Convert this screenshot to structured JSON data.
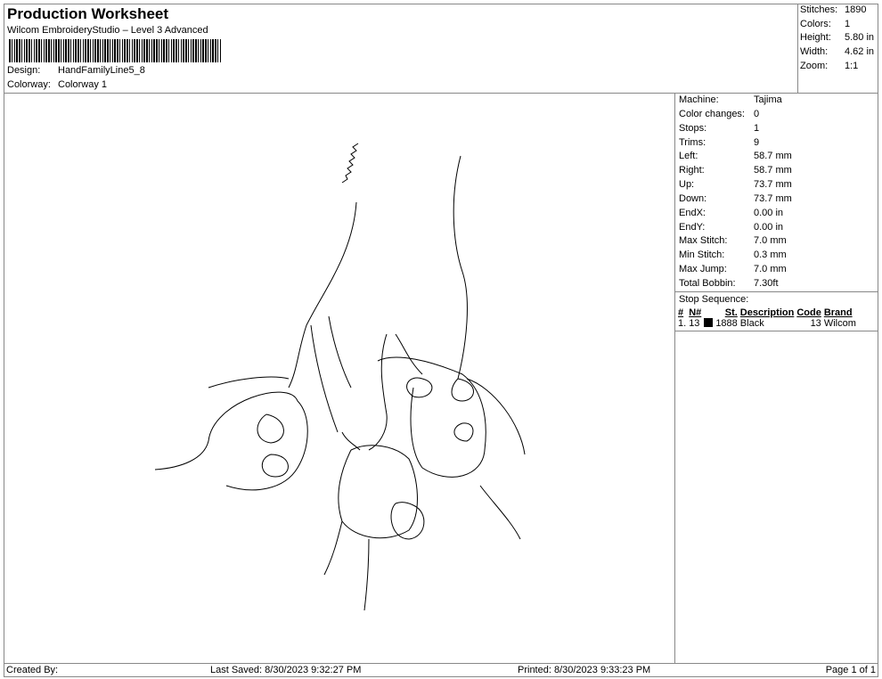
{
  "header": {
    "title": "Production Worksheet",
    "subtitle": "Wilcom EmbroideryStudio – Level 3 Advanced",
    "design_label": "Design:",
    "design": "HandFamilyLine5_8",
    "colorway_label": "Colorway:",
    "colorway": "Colorway 1"
  },
  "stats": [
    {
      "k": "Stitches:",
      "v": "1890"
    },
    {
      "k": "Colors:",
      "v": "1"
    },
    {
      "k": "Height:",
      "v": "5.80 in"
    },
    {
      "k": "Width:",
      "v": "4.62 in"
    },
    {
      "k": "Zoom:",
      "v": "1:1"
    }
  ],
  "details": [
    {
      "k": "Machine:",
      "v": "Tajima"
    },
    {
      "k": "Color changes:",
      "v": "0"
    },
    {
      "k": "Stops:",
      "v": "1"
    },
    {
      "k": "Trims:",
      "v": "9"
    },
    {
      "k": "Left:",
      "v": "58.7 mm"
    },
    {
      "k": "Right:",
      "v": "58.7 mm"
    },
    {
      "k": "Up:",
      "v": "73.7 mm"
    },
    {
      "k": "Down:",
      "v": "73.7 mm"
    },
    {
      "k": "EndX:",
      "v": "0.00 in"
    },
    {
      "k": "EndY:",
      "v": "0.00 in"
    },
    {
      "k": "Max Stitch:",
      "v": "7.0 mm"
    },
    {
      "k": "Min Stitch:",
      "v": "0.3 mm"
    },
    {
      "k": "Max Jump:",
      "v": "7.0 mm"
    },
    {
      "k": "Total Bobbin:",
      "v": "7.30ft"
    }
  ],
  "stop_sequence": {
    "label": "Stop Sequence:",
    "columns": [
      "#",
      "N#",
      "St.",
      "Description",
      "Code",
      "Brand"
    ],
    "rows": [
      {
        "num": "1.",
        "n": "13",
        "color": "#000000",
        "st": "1888",
        "desc": "Black",
        "code": "13",
        "brand": "Wilcom"
      }
    ]
  },
  "footer": {
    "created": "Created By:",
    "saved": "Last Saved: 8/30/2023 9:32:27 PM",
    "printed": "Printed: 8/30/2023 9:33:23 PM",
    "page": "Page 1 of 1"
  }
}
